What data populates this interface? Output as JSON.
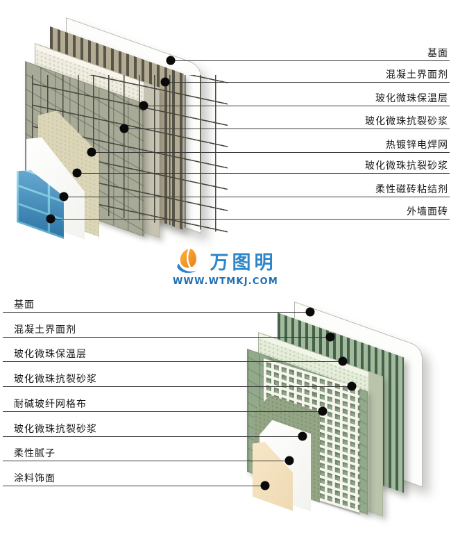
{
  "logo": {
    "brand": "万图明",
    "website": "WWW.WTMKJ.COM",
    "colors": {
      "orange": "#f6a21d",
      "deep_orange": "#ee7d1a",
      "blue": "#2a7fc9"
    }
  },
  "diagrams": [
    {
      "id": "tile-finish-system",
      "label_side": "right",
      "labels": [
        {
          "text": "基面"
        },
        {
          "text": "混凝土界面剂"
        },
        {
          "text": "玻化微珠保温层"
        },
        {
          "text": "玻化微珠抗裂砂浆"
        },
        {
          "text": "热镀锌电焊网"
        },
        {
          "text": "玻化微珠抗裂砂浆"
        },
        {
          "text": "柔性磁砖粘结剂"
        },
        {
          "text": "外墙面砖"
        }
      ]
    },
    {
      "id": "paint-finish-system",
      "label_side": "left",
      "labels": [
        {
          "text": "基面"
        },
        {
          "text": "混凝土界面剂"
        },
        {
          "text": "玻化微珠保温层"
        },
        {
          "text": "玻化微珠抗裂砂浆"
        },
        {
          "text": "耐碱玻纤网格布"
        },
        {
          "text": "玻化微珠抗裂砂浆"
        },
        {
          "text": "柔性腻子"
        },
        {
          "text": "涂料饰面"
        }
      ]
    }
  ],
  "material_colors": {
    "tile_blue": "#3f93c6",
    "tile_joint": "#7fd9f2",
    "mortar_grey_green": "#a7aa97",
    "insulation_white": "#efece0",
    "stripe_dark_top": "#575448",
    "stripe_light_top": "#b3ab93",
    "stripe_dark_bottom": "#44624b",
    "stripe_light_bottom": "#a3bb9c",
    "mortar_green": "#93a98b",
    "insulation_green": "#e5edda",
    "putty_white": "#fcfcfa",
    "paint_cream": "#f5e2bf",
    "wire_mesh": "#4a493f",
    "glass_mesh": "#f6f6ee"
  }
}
